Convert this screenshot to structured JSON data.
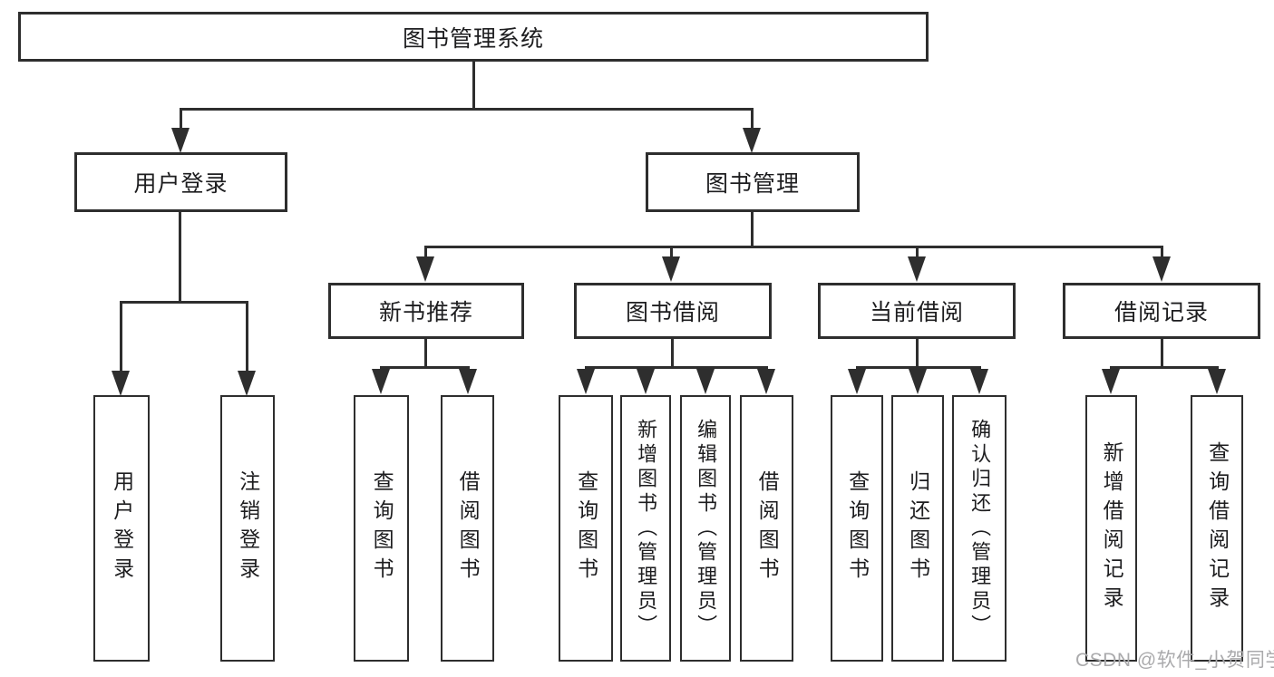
{
  "diagram": {
    "title": "图书管理系统",
    "type": "hierarchy-tree",
    "colors": {
      "line": "#2e2e2e",
      "box_border": "#2e2e2e",
      "text": "#1d1d1f",
      "background": "#ffffff",
      "watermark": "#aaaaac"
    },
    "nodes": {
      "root": "图书管理系统",
      "user_login": "用户登录",
      "book_mgmt": "图书管理",
      "new_book_rec": "新书推荐",
      "book_borrow": "图书借阅",
      "current_borrow": "当前借阅",
      "borrow_record": "借阅记录",
      "ul_user_login": "用户登录",
      "ul_logout": "注销登录",
      "nbr_query_books": "查询图书",
      "nbr_borrow_books": "借阅图书",
      "bb_query_books": "查询图书",
      "bb_add_books": "新增图书（管理员）",
      "bb_edit_books": "编辑图书（管理员）",
      "bb_borrow_books": "借阅图书",
      "cb_query_books": "查询图书",
      "cb_return_books": "归还图书",
      "cb_confirm_return": "确认归还（管理员）",
      "br_add_record": "新增借阅记录",
      "br_query_record": "查询借阅记录"
    },
    "watermark": "CSDN @软件_小贺同学"
  }
}
